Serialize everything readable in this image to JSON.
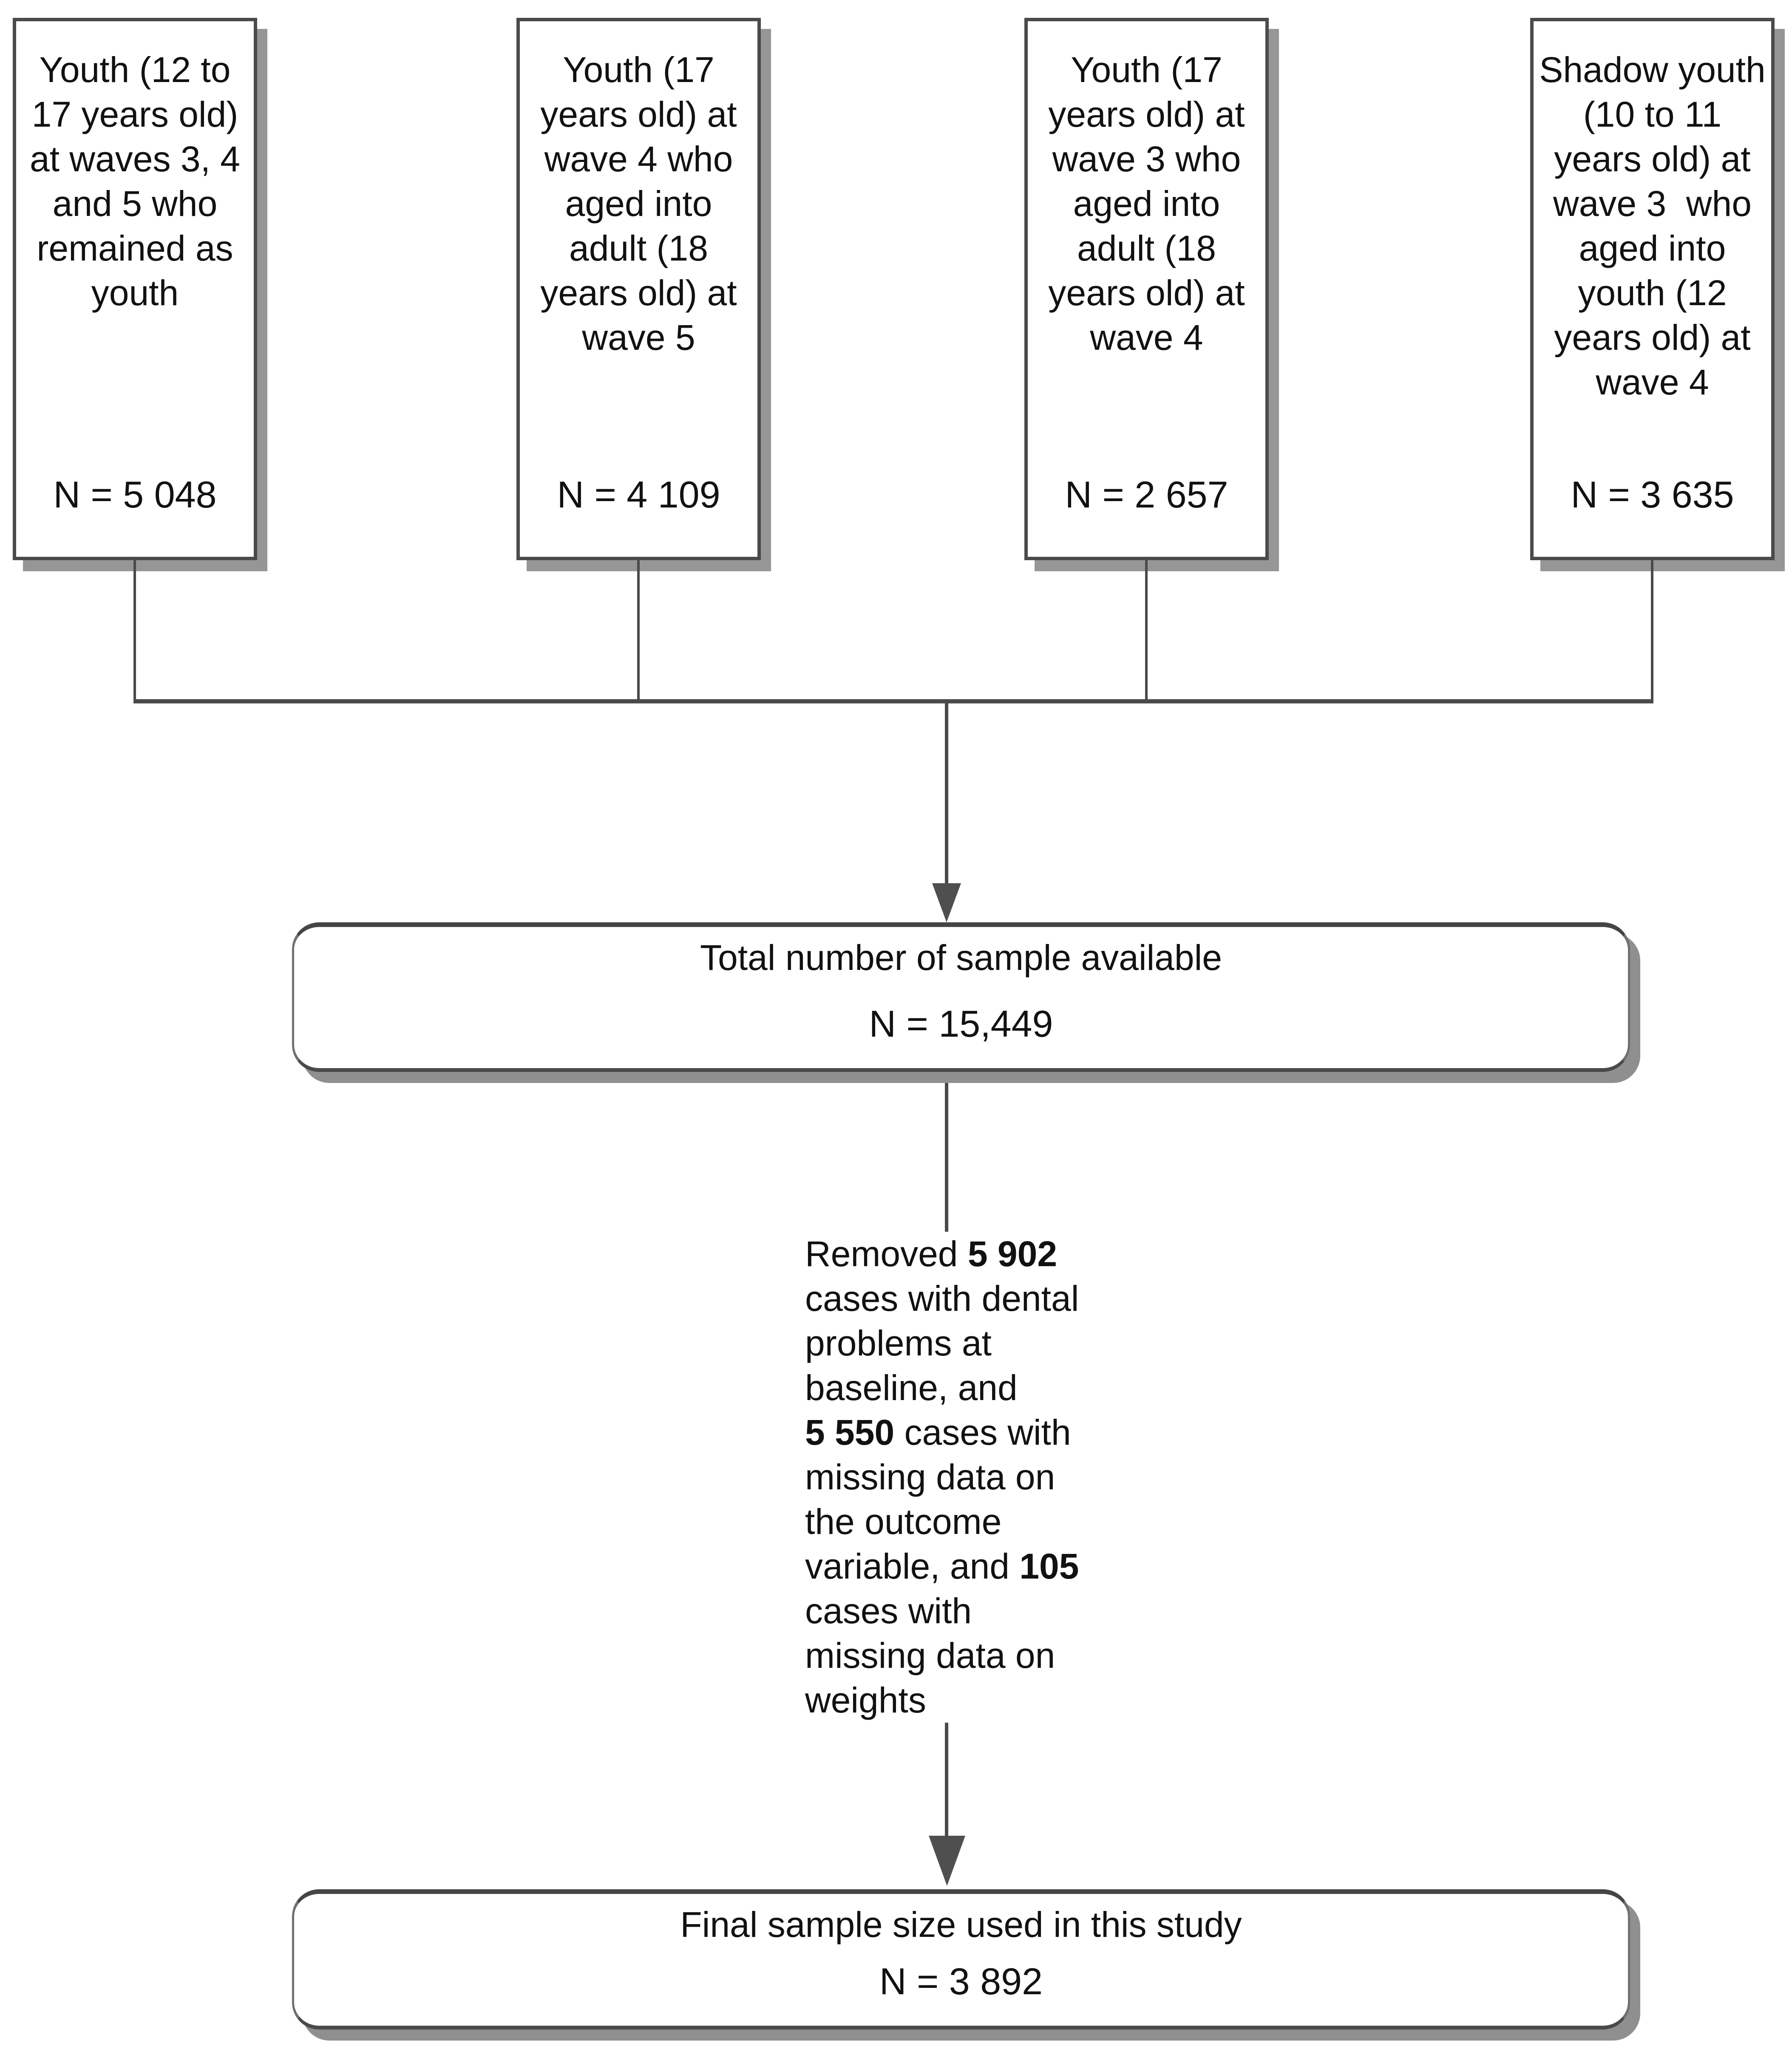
{
  "diagram": {
    "top_boxes": [
      {
        "label": "Youth (12 to\n17 years old)\nat waves 3, 4\nand 5 who\nremained as\nyouth",
        "n": "N = 5 048"
      },
      {
        "label": "Youth (17\nyears old) at\nwave 4 who\naged into\nadult (18\nyears old) at\nwave 5",
        "n": "N = 4 109"
      },
      {
        "label": "Youth (17\nyears old) at\nwave 3 who\naged into\nadult (18\nyears old) at\nwave 4",
        "n": "N = 2 657"
      },
      {
        "label": "Shadow youth\n(10 to 11\nyears old) at\nwave 3  who\naged into\nyouth (12\nyears old) at\nwave 4",
        "n": "N = 3 635"
      }
    ],
    "total_box": {
      "title": "Total number of sample available",
      "n": "N = 15,449"
    },
    "removal_note": {
      "segments": [
        {
          "text": "Removed ",
          "bold": false
        },
        {
          "text": "5 902",
          "bold": true
        },
        {
          "text": "\ncases with dental\nproblems at\nbaseline, and\n",
          "bold": false
        },
        {
          "text": "5 550",
          "bold": true
        },
        {
          "text": " cases with\nmissing data on\nthe outcome\nvariable, and ",
          "bold": false
        },
        {
          "text": "105",
          "bold": true
        },
        {
          "text": "\ncases with\nmissing data on\nweights",
          "bold": false
        }
      ]
    },
    "final_box": {
      "title": "Final sample size used in this study",
      "n": "N = 3 892"
    },
    "colors": {
      "line": "#4a4a4a",
      "box_border": "#4a4a4a",
      "shadow": "#969696",
      "background": "#ffffff",
      "text": "#111111"
    }
  }
}
